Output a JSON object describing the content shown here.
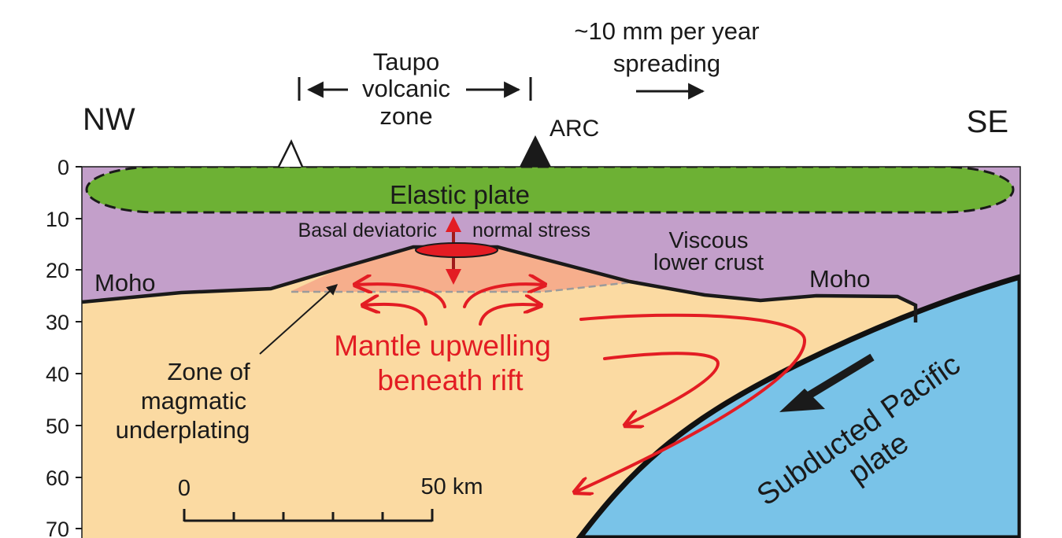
{
  "directions": {
    "left": "NW",
    "right": "SE"
  },
  "spreading": {
    "line1": "~10 mm per year",
    "line2": "spreading"
  },
  "taupo": {
    "line1": "Taupo",
    "line2": "volcanic",
    "line3": "zone"
  },
  "arc_label": "ARC",
  "depth_axis": {
    "ticks": [
      "0",
      "10",
      "20",
      "30",
      "40",
      "50",
      "60",
      "70"
    ]
  },
  "layers": {
    "elastic_plate": "Elastic plate",
    "basal_stress": {
      "left": "Basal deviatoric",
      "right": "normal stress"
    },
    "viscous": {
      "line1": "Viscous",
      "line2": "lower crust"
    },
    "moho_left": "Moho",
    "moho_right": "Moho",
    "underplating": {
      "line1": "Zone of",
      "line2": "magmatic",
      "line3": "underplating"
    },
    "mantle": {
      "line1": "Mantle upwelling",
      "line2": "beneath rift"
    },
    "slab": {
      "line1": "Subducted Pacific",
      "line2": "plate"
    }
  },
  "scale_bar": {
    "start": "0",
    "end": "50 km"
  },
  "colors": {
    "lower_crust": "#c39fca",
    "elastic_plate": "#6db134",
    "mantle": "#fbdaa2",
    "underplate": "#f6ae8c",
    "slab": "#79c3e8",
    "sediment": "#fde346",
    "arrows": "#e31c23"
  }
}
